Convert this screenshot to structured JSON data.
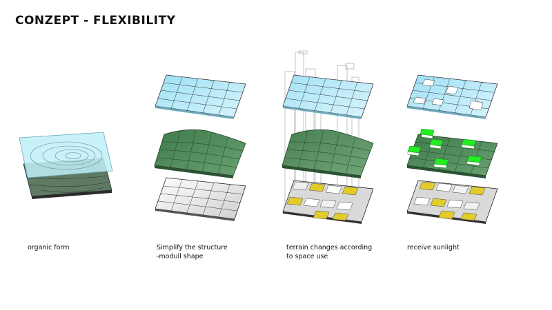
{
  "title": "CONZEPT - FLEXIBILITY",
  "stages": [
    {
      "caption_lines": [
        "organic form"
      ]
    },
    {
      "caption_lines": [
        "Simplify the structure",
        "-modull shape"
      ]
    },
    {
      "caption_lines": [
        "terrain changes according",
        "to space use"
      ]
    },
    {
      "caption_lines": [
        "receive sunlight"
      ]
    }
  ],
  "colors": {
    "sky_blue": "#b9ecfb",
    "grid_blue": "#9fdcf5",
    "green": "#4e8a58",
    "green_dark": "#2e5e38",
    "bright_green": "#22ee22",
    "yellow": "#e2cc2a",
    "outline": "#333333"
  }
}
